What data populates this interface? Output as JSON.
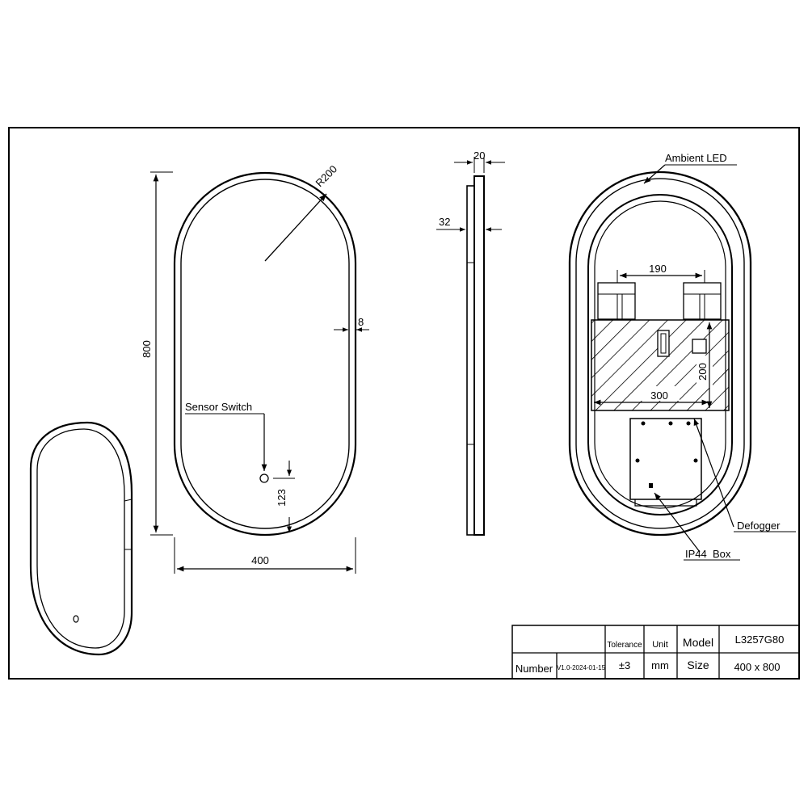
{
  "front_view": {
    "radius_label": "R200",
    "height_label": "800",
    "width_label": "400",
    "frame_label": "8",
    "sensor_label": "Sensor Switch",
    "sensor_offset_label": "123"
  },
  "side_view": {
    "depth_label": "20",
    "total_depth_label": "32"
  },
  "back_view": {
    "ambient_label": "Ambient LED",
    "spacing_label": "190",
    "defogger_width_label": "300",
    "defogger_height_label": "200",
    "defogger_label": "Defogger",
    "box_label": "IP44  Box"
  },
  "title_block": {
    "tolerance_header": "Tolerance",
    "unit_header": "Unit",
    "model_header": "Model",
    "model_value": "L3257G80",
    "number_label": "Number",
    "number_value": "V1.0-2024-01-15",
    "tolerance_value": "±3",
    "unit_value": "mm",
    "size_header": "Size",
    "size_value": "400 x 800"
  }
}
